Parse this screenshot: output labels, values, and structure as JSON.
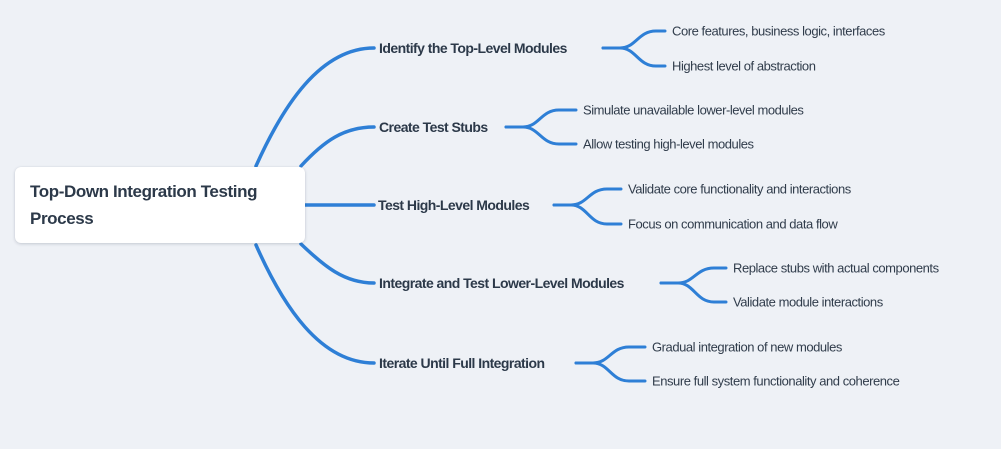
{
  "theme": {
    "background": "#eef1f6",
    "line": "#2e7fd6",
    "ink": "#2c3949",
    "node_bg": "#ffffff"
  },
  "root": {
    "title": "Top-Down Integration Testing Process"
  },
  "branches": [
    {
      "label": "Identify the Top-Level Modules",
      "children": [
        "Core features, business logic, interfaces",
        "Highest level of abstraction"
      ]
    },
    {
      "label": "Create Test Stubs",
      "children": [
        "Simulate unavailable lower-level modules",
        "Allow testing high-level modules"
      ]
    },
    {
      "label": "Test High-Level Modules",
      "children": [
        "Validate core functionality and interactions",
        "Focus on communication and data flow"
      ]
    },
    {
      "label": "Integrate and Test Lower-Level Modules",
      "children": [
        "Replace stubs with actual components",
        "Validate module interactions"
      ]
    },
    {
      "label": "Iterate Until Full Integration",
      "children": [
        "Gradual integration of new modules",
        "Ensure full system functionality and coherence"
      ]
    }
  ]
}
